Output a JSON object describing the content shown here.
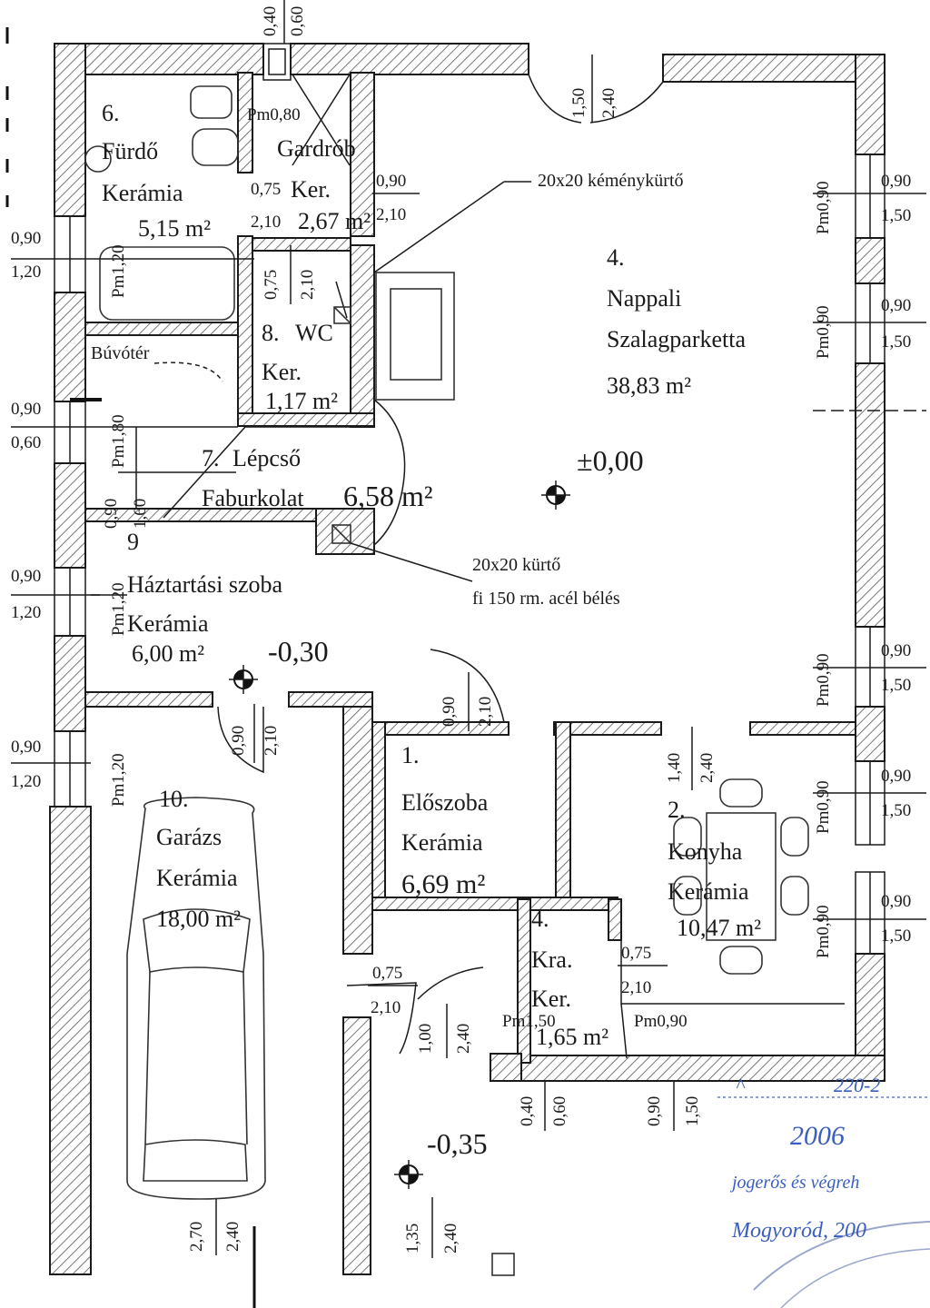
{
  "rooms": [
    {
      "num": "6.",
      "name": "Fürdő",
      "floor": "Kerámia",
      "area": "5,15 m²"
    },
    {
      "num": "",
      "name": "Gardrób",
      "floor": "Ker.",
      "area": "2,67 m²"
    },
    {
      "num": "4.",
      "name": "Nappali",
      "floor": "Szalagparketta",
      "area": "38,83 m²"
    },
    {
      "num": "8.",
      "name": "WC",
      "floor": "Ker.",
      "area": "1,17 m²"
    },
    {
      "num": "",
      "name": "Búvótér",
      "floor": "",
      "area": ""
    },
    {
      "num": "7.",
      "name": "Lépcső",
      "floor": "Faburkolat",
      "area": "6,58 m²"
    },
    {
      "num": "9",
      "name": "Háztartási szoba",
      "floor": "Kerámia",
      "area": "6,00 m²"
    },
    {
      "num": "10.",
      "name": "Garázs",
      "floor": "Kerámia",
      "area": "18,00 m²"
    },
    {
      "num": "1.",
      "name": "Előszoba",
      "floor": "Kerámia",
      "area": "6,69 m²"
    },
    {
      "num": "2.",
      "name": "Konyha",
      "floor": "Kerámia",
      "area": "10,47 m²"
    },
    {
      "num": "4.",
      "name": "Kra.",
      "floor": "Ker.",
      "area": "1,65 m²"
    }
  ],
  "levels": {
    "main": "±0,00",
    "utility": "-0,30",
    "entry": "-0,35"
  },
  "notes": {
    "chimney_top": "20x20 kéménykürtő",
    "chimney_mid_1": "20x20 kürtő",
    "chimney_mid_2": "fi 150 rm. acél bélés"
  },
  "dims": {
    "top_a": "0,40",
    "top_b": "0,60",
    "top_c": "1,50",
    "top_d": "2,40",
    "bath_door_a": "0,75",
    "bath_door_b": "2,10",
    "gard_door_a": "0,90",
    "gard_door_b": "2,10",
    "bath_door2_a": "0,75",
    "bath_door2_b": "2,10",
    "pm_bath": "Pm0,80",
    "pm_bath_win": "Pm1,20",
    "left_w1_a": "0,90",
    "left_w1_b": "1,20",
    "left_w2_a": "0,90",
    "left_w2_b": "0,60",
    "pm_stair": "Pm1,80",
    "stair_win_a": "0,90",
    "stair_win_b": "1,60",
    "left_w3_a": "0,90",
    "left_w3_b": "1,20",
    "pm_util": "Pm1,20",
    "util_door_a": "0,90",
    "util_door_b": "2,10",
    "left_w4_a": "0,90",
    "left_w4_b": "1,20",
    "pm_gar": "Pm1,20",
    "entry_door_a": "0,90",
    "entry_door_b": "2,10",
    "kitchen_door_a": "1,40",
    "kitchen_door_b": "2,40",
    "right_w1_a": "0,90",
    "right_w1_b": "1,50",
    "pm_r1": "Pm0,90",
    "right_w2_a": "0,90",
    "right_w2_b": "1,50",
    "pm_r2": "Pm0,90",
    "right_w3_a": "0,90",
    "right_w3_b": "1,50",
    "pm_r3": "Pm0,90",
    "right_w4_a": "0,90",
    "right_w4_b": "1,50",
    "pm_r4": "Pm0,90",
    "right_w5_a": "0,90",
    "right_w5_b": "1,50",
    "pm_r5": "Pm0,90",
    "hall_door_a": "0,75",
    "hall_door_b": "2,10",
    "front_door_a": "1,00",
    "front_door_b": "2,40",
    "kra_door_a": "0,75",
    "kra_door_b": "2,10",
    "pm_kra": "Pm1,50",
    "pm_k_bottom": "Pm0,90",
    "bottom_a": "0,40",
    "bottom_b": "0,60",
    "bottom_c": "0,90",
    "bottom_d": "1,50",
    "garage_door_a": "2,70",
    "garage_door_b": "2,40",
    "porch_a": "1,35",
    "porch_b": "2,40"
  },
  "stamp": {
    "line1": "220-2",
    "line2": "2006",
    "line3": "jogerős és végreh",
    "line4": "Mogyoród, 200"
  },
  "colors": {
    "ink": "#1a1a1a",
    "stamp": "#3a5ec0",
    "hatch": "#555555"
  }
}
